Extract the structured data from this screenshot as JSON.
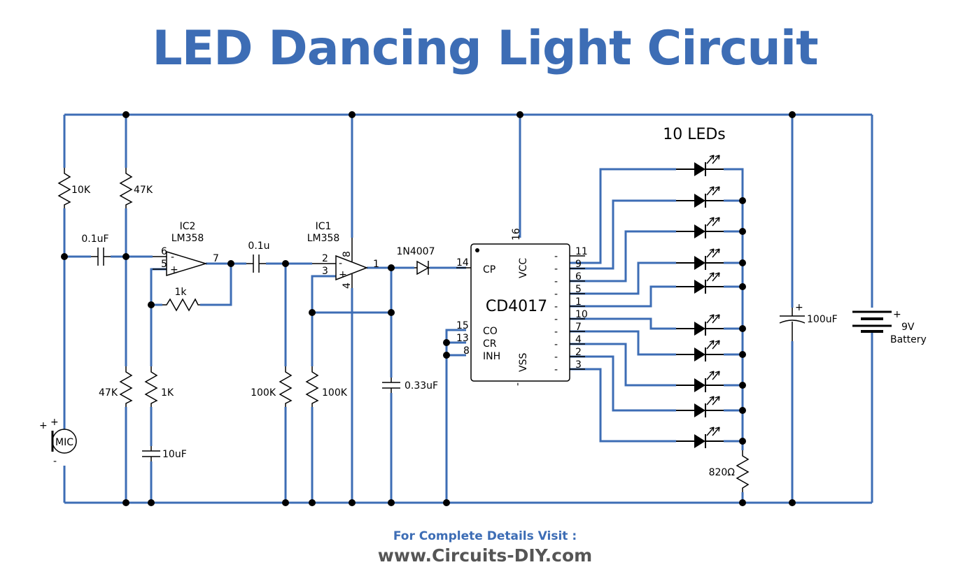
{
  "title": "LED Dancing Light Circuit",
  "footer": {
    "line1": "For Complete Details Visit :",
    "line2": "www.Circuits-DIY.com"
  },
  "colors": {
    "wire": "#3d6db5",
    "title": "#3d6db5",
    "footer_url": "#555555",
    "component": "#000000"
  },
  "components": {
    "r_10k": "10K",
    "r_47k_top": "47K",
    "r_47k_bottom": "47K",
    "r_1k_feedback": "1k",
    "r_1k_bias": "1K",
    "r_100k_a": "100K",
    "r_100k_b": "100K",
    "r_820": "820Ω",
    "c_01uF": "0.1uF",
    "c_01u": "0.1u",
    "c_10uF": "10uF",
    "c_033uF": "0.33uF",
    "c_100uF": "100uF",
    "diode": "1N4007",
    "mic": "MIC",
    "mic_plus": "+",
    "mic_minus": "-",
    "leds_label": "10 LEDs",
    "battery_voltage": "9V",
    "battery_label": "Battery",
    "plus_sign": "+"
  },
  "ic2": {
    "name": "IC2",
    "part": "LM358",
    "pin_inv": "6",
    "pin_noninv": "5",
    "pin_out": "7",
    "minus": "-",
    "plus": "+"
  },
  "ic1": {
    "name": "IC1",
    "part": "LM358",
    "pin_inv": "2",
    "pin_noninv": "3",
    "pin_out": "1",
    "pin_vcc": "8",
    "pin_gnd": "4",
    "minus": "-",
    "plus": "+"
  },
  "cd4017": {
    "name": "CD4017",
    "left_pins": [
      {
        "num": "14",
        "name": "CP"
      },
      {
        "num": "15",
        "name": "CO"
      },
      {
        "num": "13",
        "name": "CR"
      },
      {
        "num": "8",
        "name": "INH"
      }
    ],
    "top_pin": {
      "num": "16",
      "name": "VCC"
    },
    "bottom_pin": {
      "num": "-",
      "name": "VSS"
    },
    "right_pins": [
      "11",
      "9",
      "6",
      "5",
      "1",
      "10",
      "7",
      "4",
      "2",
      "3"
    ]
  }
}
